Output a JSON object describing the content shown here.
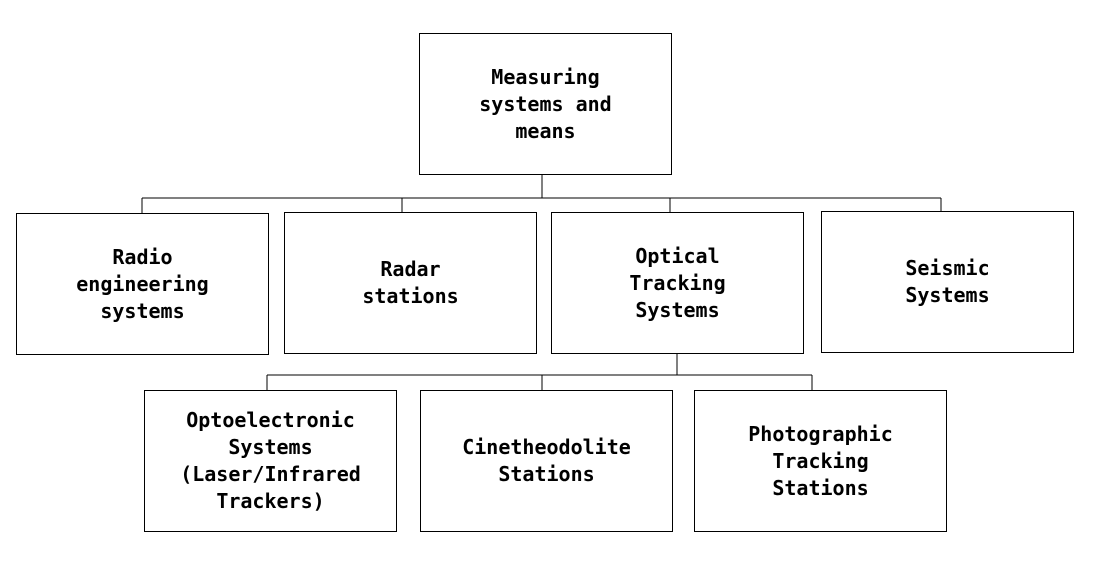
{
  "diagram": {
    "root": {
      "label": "Measuring\nsystems and\nmeans"
    },
    "level1": [
      {
        "label": "Radio\nengineering\nsystems"
      },
      {
        "label": "Radar\nstations"
      },
      {
        "label": "Optical\nTracking\nSystems"
      },
      {
        "label": "Seismic\nSystems"
      }
    ],
    "level2": [
      {
        "label": "Optoelectronic\nSystems\n(Laser/Infrared\nTrackers)"
      },
      {
        "label": "Cinetheodolite\nStations"
      },
      {
        "label": "Photographic\nTracking\nStations"
      }
    ],
    "colors": {
      "line": "#000000",
      "box_border": "#000000",
      "background": "#ffffff"
    }
  }
}
